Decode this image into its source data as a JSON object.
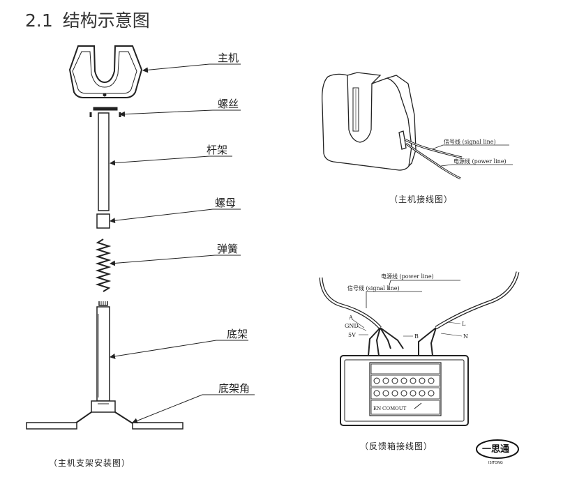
{
  "section": {
    "number": "2.1",
    "title": "结构示意图"
  },
  "left_diagram": {
    "parts": [
      "主机",
      "螺丝",
      "杆架",
      "螺母",
      "弹簧",
      "底架",
      "底架角"
    ],
    "caption": "（主机支架安装图）"
  },
  "host_wiring": {
    "signal_line": "信号线 (signal line)",
    "power_line": "电源线 (power line)",
    "caption": "（主机接线图）"
  },
  "box_wiring": {
    "power_line": "电源线 (power line)",
    "signal_line": "信号线 (signal line)",
    "wire_labels": [
      "A",
      "GND",
      "5V",
      "B",
      "L",
      "N"
    ],
    "terminal_labels": [
      "EN",
      "COM",
      "OUT"
    ],
    "caption": "（反馈箱接线图）"
  },
  "logo": {
    "name": "一思通",
    "subtitle": "ISITONG"
  }
}
